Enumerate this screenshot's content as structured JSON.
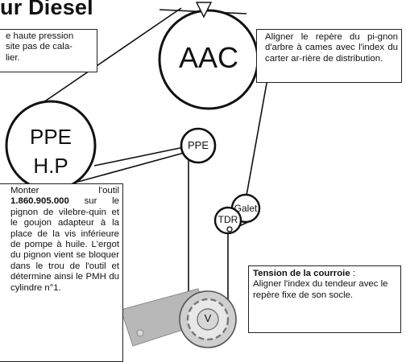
{
  "header": {
    "title": "ur Diesel"
  },
  "notes": {
    "top_left": "e haute pression\nsite pas de cala-\nlier.",
    "top_right": "Aligner le repère du pi-gnon d'arbre à cames avec l'index du carter ar-rière de distribution.",
    "left_pre": "Monter l'outil ",
    "left_bold": "1.860.905.000",
    "left_post": " sur le pignon de vilebre-quin et le goujon adapteur à la place de la vis inférieure de pompe à huile. L'ergot du pignon vient se bloquer dans le trou de l'outil et détermine ainsi le PMH du cylindre n°1.",
    "right_bold": "Tension de la courroie",
    "right_sep": " :",
    "right_text": "Aligner l'index du tendeur avec le repère fixe de son socle."
  },
  "labels": {
    "aac": "AAC",
    "ppe_hp_1": "PPE",
    "ppe_hp_2": "H.P",
    "ppe": "PPE",
    "galet": "Galet",
    "tdr": "TDR",
    "v": "V"
  }
}
